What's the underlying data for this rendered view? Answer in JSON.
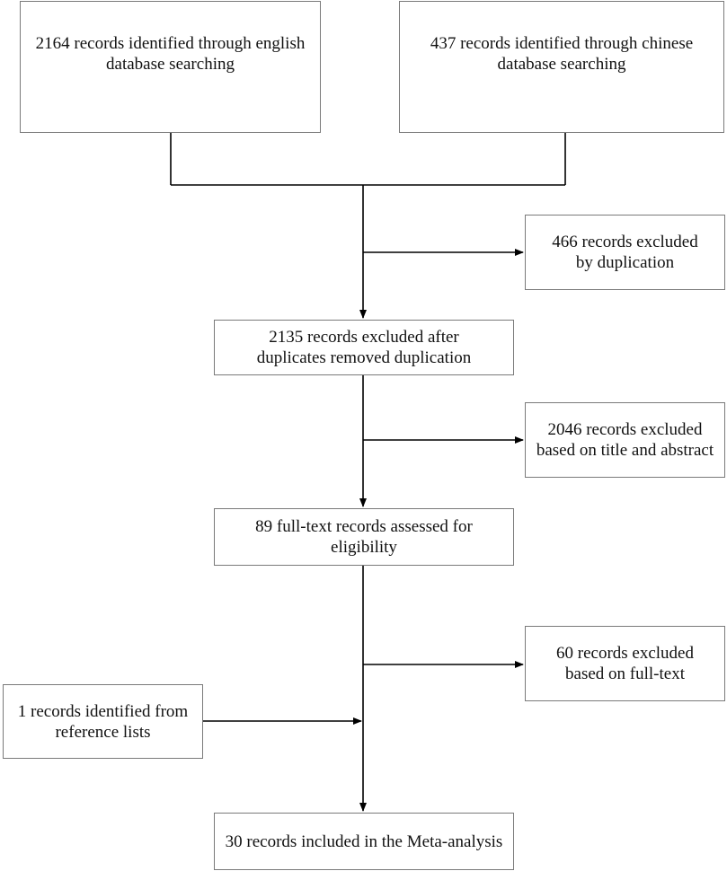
{
  "boxes": {
    "english_search": "2164 records identified through english\ndatabase searching",
    "chinese_search": "437 records identified through chinese\ndatabase searching",
    "excluded_duplication": "466 records excluded\nby duplication",
    "after_duplicates": "2135 records excluded after\nduplicates removed duplication",
    "excluded_title_abstract": "2046 records excluded\nbased on title and abstract",
    "fulltext_assessed": "89 full-text records assessed for\neligibility",
    "excluded_fulltext": "60 records excluded\nbased on full-text",
    "reference_lists": "1 records identified from\nreference lists",
    "included_meta": "30 records included in the Meta-analysis"
  },
  "colors": {
    "line": "#000000",
    "box_border": "#7a7a7a"
  }
}
